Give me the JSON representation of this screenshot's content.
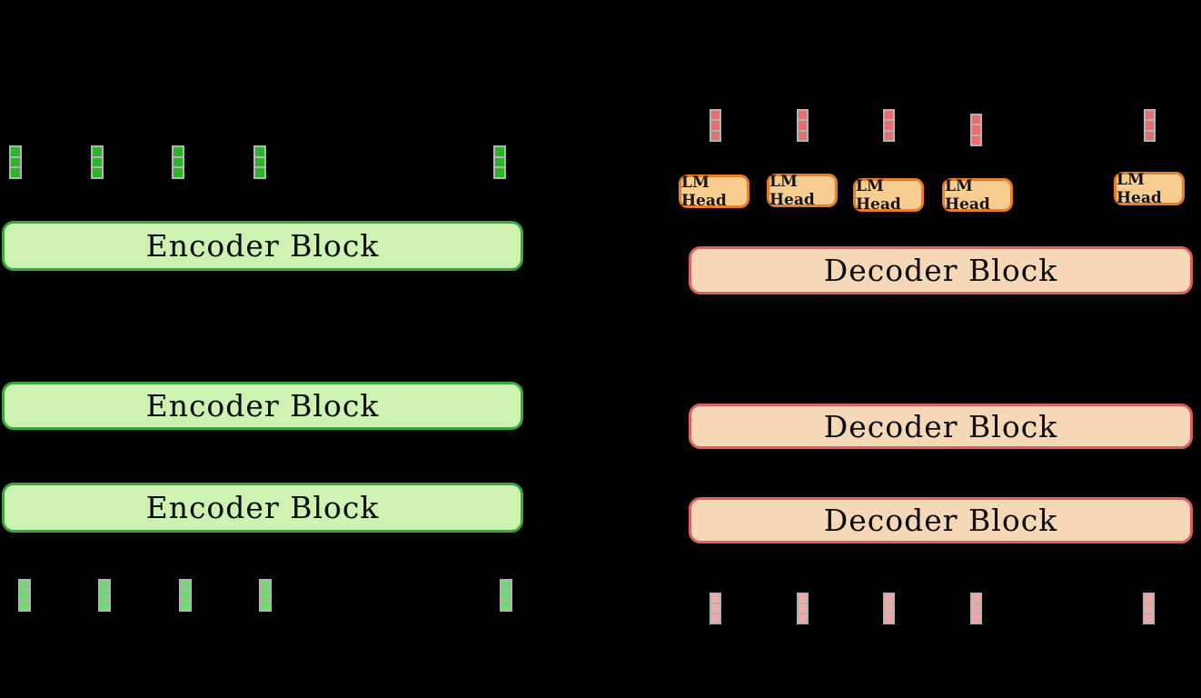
{
  "diagram": {
    "title": "encoder-vs-decoder transformer architecture diagram",
    "encoder": {
      "blocks": [
        {
          "label": "Encoder Block"
        },
        {
          "label": "Encoder Block"
        },
        {
          "label": "Encoder Block"
        }
      ],
      "hidden_token_columns": 5,
      "input_token_columns": 5
    },
    "decoder": {
      "blocks": [
        {
          "label": "Decoder Block"
        },
        {
          "label": "Decoder Block"
        },
        {
          "label": "Decoder Block"
        }
      ],
      "lm_heads": [
        {
          "label": "LM Head"
        },
        {
          "label": "LM Head"
        },
        {
          "label": "LM Head"
        },
        {
          "label": "LM Head"
        },
        {
          "label": "LM Head"
        }
      ],
      "output_token_columns": 5,
      "input_token_columns": 5
    },
    "colors": {
      "background": "#000000",
      "encoder_block_fill": "#cdf2b2",
      "encoder_block_border": "#38a83c",
      "encoder_hidden_cell": "#2ab52a",
      "encoder_input_cell": "#72d872",
      "decoder_block_fill": "#f6d8b6",
      "decoder_block_border": "#e25f5f",
      "decoder_output_cell": "#e76f6f",
      "decoder_input_cell": "#eda9a9",
      "lm_head_fill": "#f7cd90",
      "lm_head_border": "#ea7d28",
      "token_frame": "#b3b3b3"
    }
  }
}
